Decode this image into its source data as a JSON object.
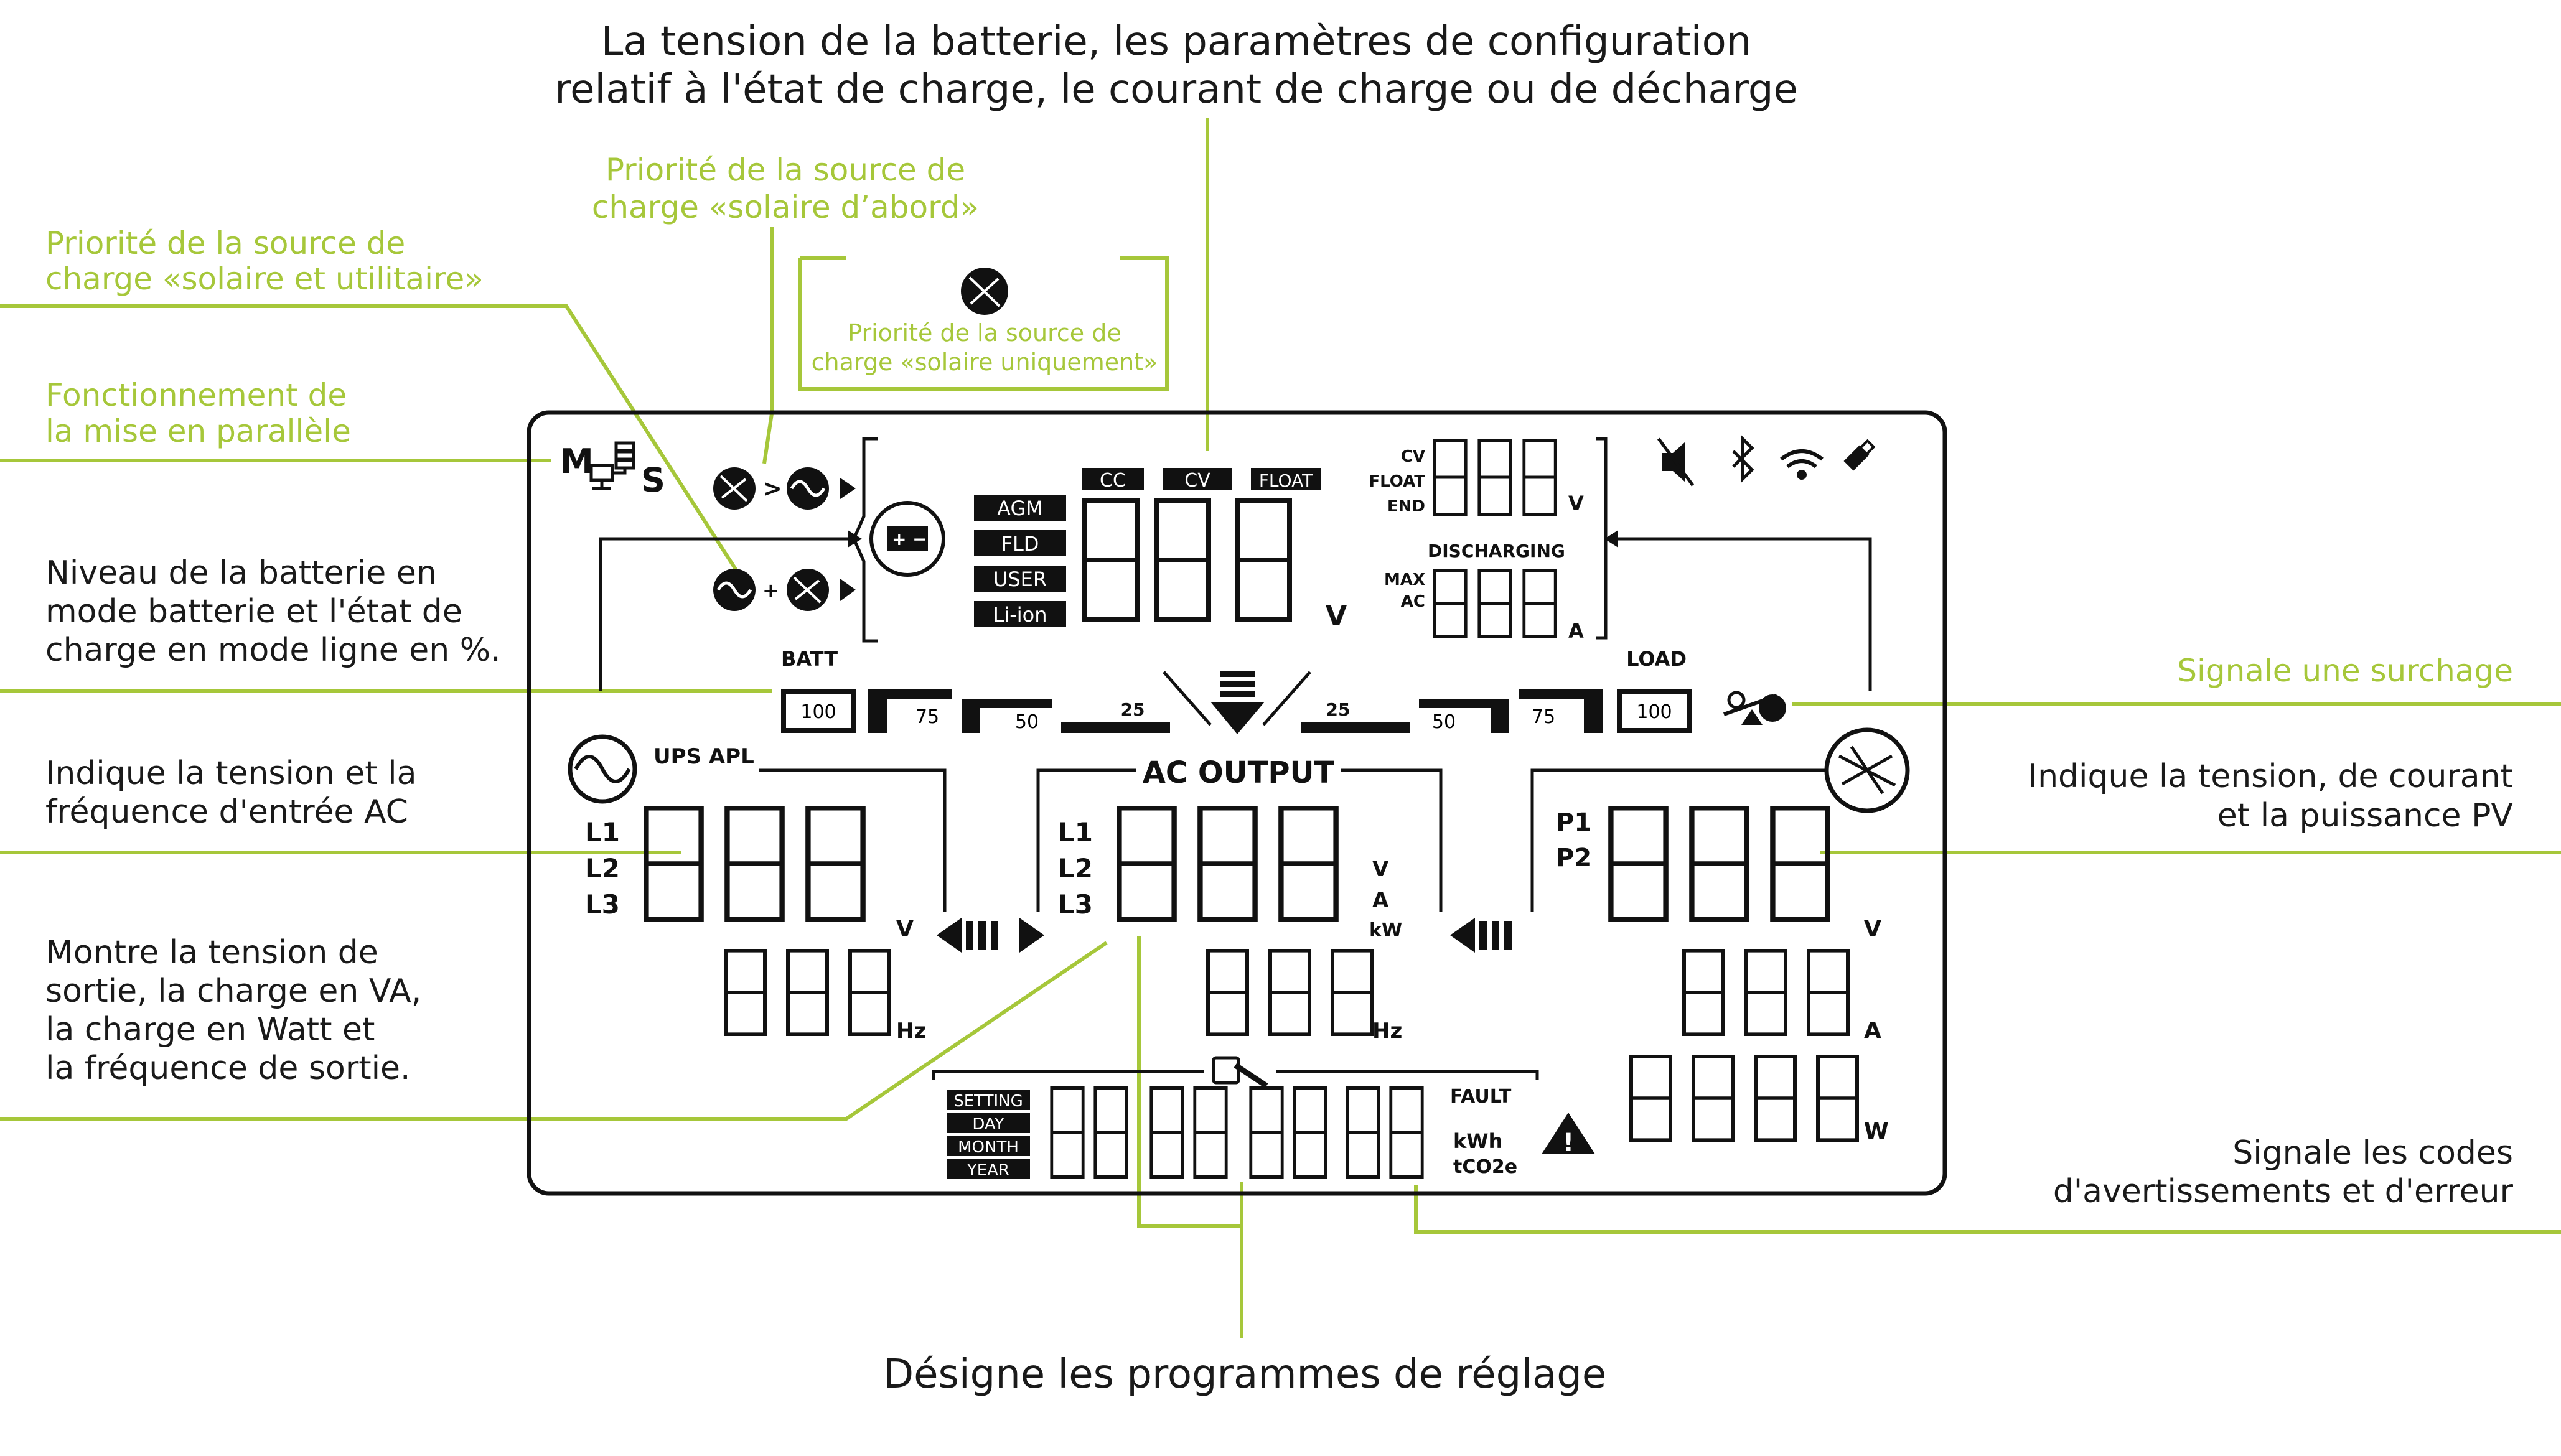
{
  "annotations": {
    "top": [
      "La tension de la batterie, les paramètres de configuration",
      "relatif à l'état de charge, le courant de charge ou de décharge"
    ],
    "solar_first": [
      "Priorité de la source de",
      "charge «solaire d’abord»"
    ],
    "solar_utility": [
      "Priorité de la source de",
      "charge «solaire et utilitaire»"
    ],
    "solar_only": [
      "Priorité de la source de",
      "charge «solaire uniquement»"
    ],
    "parallel": [
      "Fonctionnement de",
      "la mise en parallèle"
    ],
    "battery_level": [
      "Niveau de la batterie en",
      "mode batterie et l'état de",
      "charge en mode ligne en %."
    ],
    "ac_input": [
      "Indique la tension et la",
      "fréquence d'entrée AC"
    ],
    "ac_output": [
      "Montre la tension de",
      "sortie, la charge en VA,",
      "la charge en Watt et",
      "la fréquence de sortie."
    ],
    "overload": "Signale une surchage",
    "pv": [
      "Indique la tension, de courant",
      "et la puissance PV"
    ],
    "warnings": [
      "Signale les codes",
      "d'avertissements et d'erreur"
    ],
    "settings": "Désigne les programmes de réglage"
  },
  "lcd": {
    "m_label": "M",
    "s_label": "S",
    "battery_types": [
      "AGM",
      "FLD",
      "USER",
      "Li-ion"
    ],
    "charge_stages": [
      "CC",
      "CV",
      "FLOAT"
    ],
    "battery_unit": "V",
    "voltage_labels": [
      "CV",
      "FLOAT",
      "END"
    ],
    "current_labels": [
      "MAX",
      "AC"
    ],
    "discharging": "DISCHARGING",
    "batt": "BATT",
    "load": "LOAD",
    "batt_levels": [
      "100",
      "75",
      "50",
      "25"
    ],
    "load_levels": [
      "25",
      "50",
      "75",
      "100"
    ],
    "ups_apl": "UPS APL",
    "ac_output": "AC OUTPUT",
    "phases": [
      "L1",
      "L2",
      "L3"
    ],
    "pv_labels": [
      "P1",
      "P2"
    ],
    "units": {
      "v": "V",
      "hz": "Hz",
      "a": "A",
      "kw": "kW",
      "w": "W"
    },
    "setting_labels": [
      "SETTING",
      "DAY",
      "MONTH",
      "YEAR"
    ],
    "fault": "FAULT",
    "kwh": "kWh",
    "tco2e": "tCO2e"
  },
  "colors": {
    "accent": "#a6c73a",
    "ink": "#111111"
  }
}
